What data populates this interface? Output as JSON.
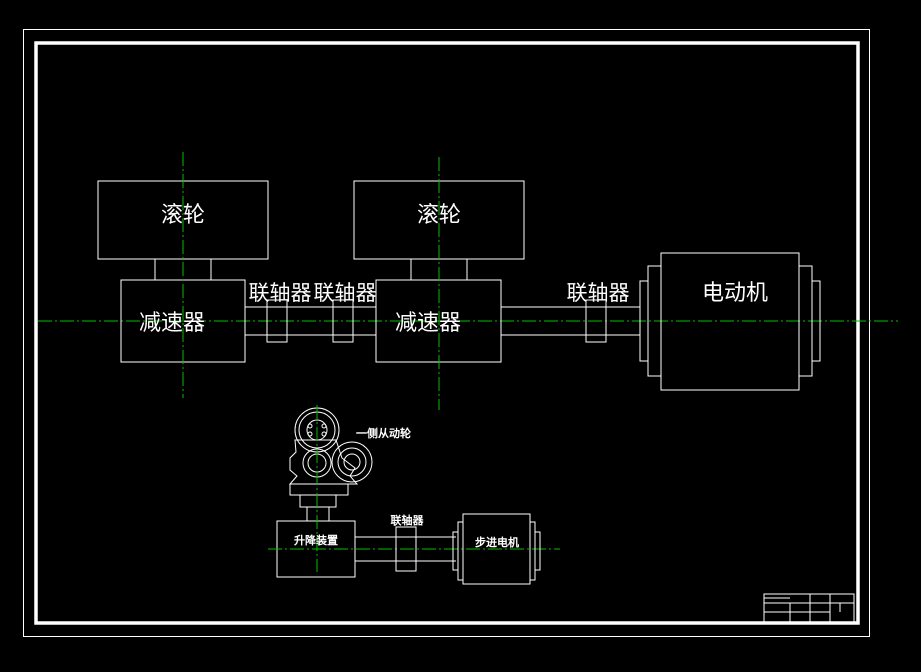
{
  "colors": {
    "background": "#000000",
    "line": "#ffffff",
    "centerline": "#00c000"
  },
  "labels": {
    "roller": "滚轮",
    "reducer": "减速器",
    "coupling": "联轴器",
    "motor": "电动机",
    "driven_wheel": "一侧从动轮",
    "lifting_device": "升降装置",
    "stepper_motor": "步进电机"
  }
}
